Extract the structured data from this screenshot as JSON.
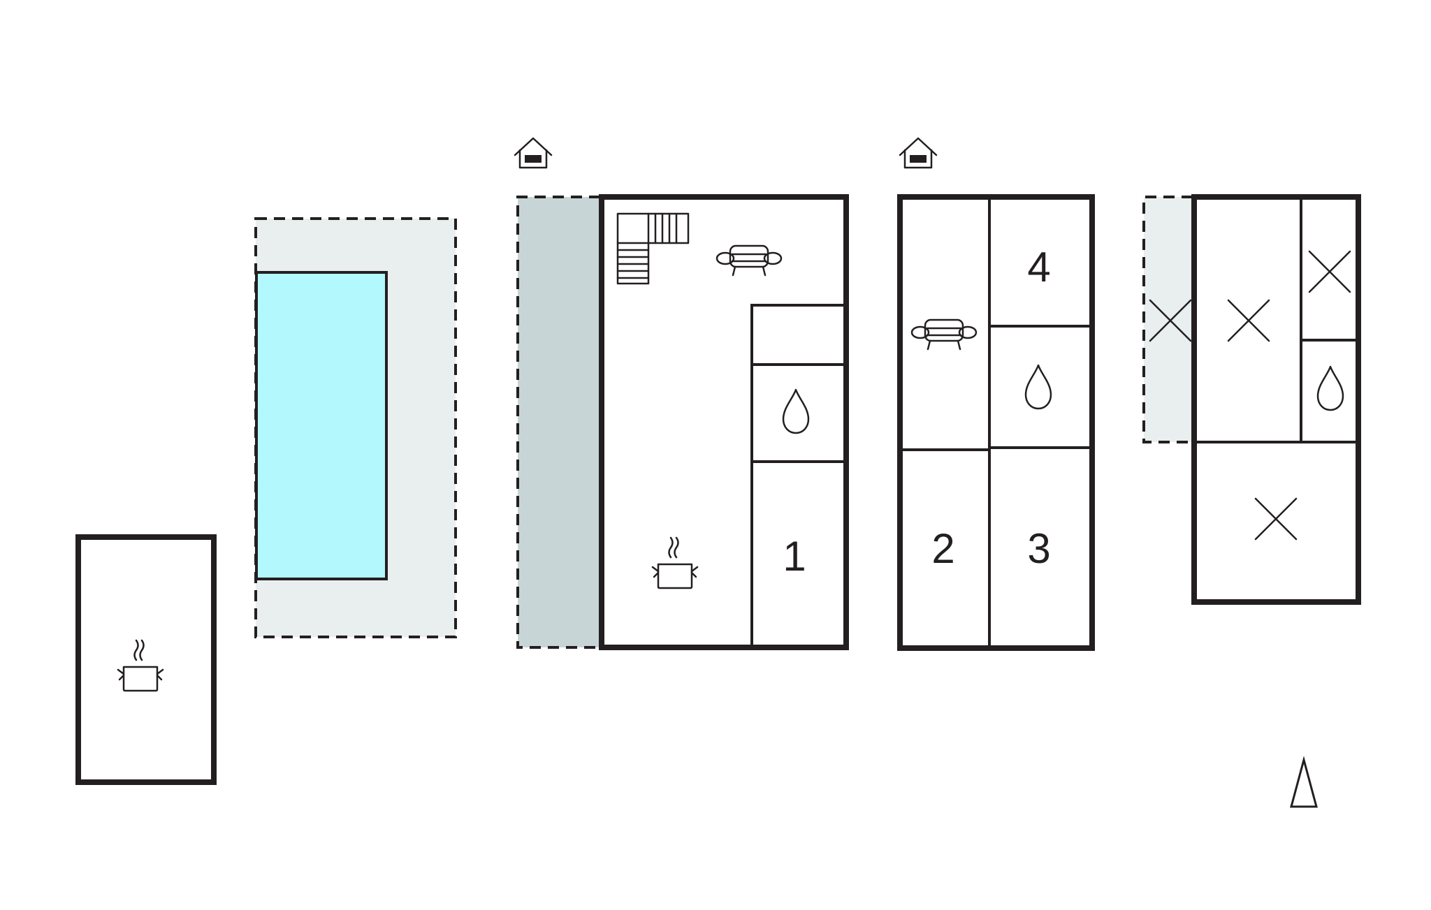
{
  "colors": {
    "wall": "#231f20",
    "pool_water": "#b2f8fc",
    "pool_deck": "#e9eeee",
    "terrace": "#c8d5d6",
    "balcony": "#e9eeee",
    "water_drop": "#b2f0f4"
  },
  "icons": [
    "kitchen-pot-icon",
    "sofa-icon",
    "stairs-icon",
    "bathroom-drop-icon",
    "house-icon",
    "compass-arrow-icon",
    "void-cross-icon"
  ],
  "ground_floor": {
    "bedroom_1": "1"
  },
  "first_floor": {
    "bedroom_2": "2",
    "bedroom_3": "3",
    "bedroom_4": "4"
  }
}
